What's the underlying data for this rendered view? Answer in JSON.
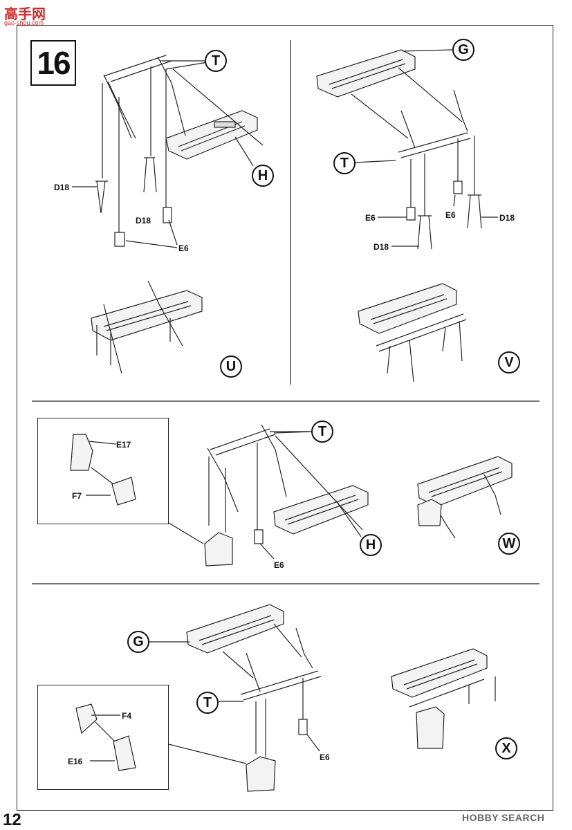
{
  "header": {
    "logo_text": "高手网",
    "logo_url": "gao-shou.com"
  },
  "step": {
    "number": "16"
  },
  "labels": {
    "T": "T",
    "H": "H",
    "G": "G",
    "U": "U",
    "V": "V",
    "W": "W",
    "X": "X"
  },
  "parts": {
    "d18": "D18",
    "e6": "E6",
    "e17": "E17",
    "f7": "F7",
    "f4": "F4",
    "e16": "E16"
  },
  "footer": {
    "page_number": "12",
    "brand": "HOBBY SEARCH"
  }
}
